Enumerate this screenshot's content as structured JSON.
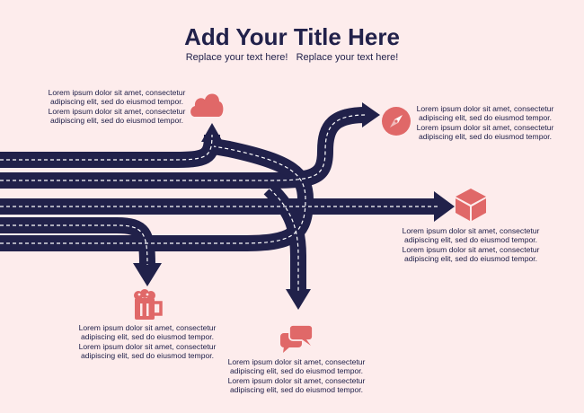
{
  "title": "Add Your Title Here",
  "subtitle": "Replace your text here!   Replace your text here!",
  "colors": {
    "background": "#fdecec",
    "road": "#21214a",
    "lane_marking": "#ffffff",
    "icon": "#e06868"
  },
  "destinations": [
    {
      "icon": "cloud-icon",
      "lines": [
        "Lorem ipsum dolor sit amet, consectetur",
        "adipiscing elit, sed do eiusmod tempor.",
        "Lorem ipsum dolor sit amet, consectetur",
        "adipiscing elit, sed do eiusmod tempor."
      ]
    },
    {
      "icon": "compass-icon",
      "lines": [
        "Lorem ipsum dolor sit amet, consectetur",
        "adipiscing elit, sed do eiusmod tempor.",
        "Lorem ipsum dolor sit amet, consectetur",
        "adipiscing elit, sed do eiusmod tempor."
      ]
    },
    {
      "icon": "cube-icon",
      "lines": [
        "Lorem ipsum dolor sit amet, consectetur",
        "adipiscing elit, sed do eiusmod tempor.",
        "Lorem ipsum dolor sit amet, consectetur",
        "adipiscing elit, sed do eiusmod tempor."
      ]
    },
    {
      "icon": "beer-mug-icon",
      "lines": [
        "Lorem ipsum dolor sit amet, consectetur",
        "adipiscing elit, sed do eiusmod tempor.",
        "Lorem ipsum dolor sit amet, consectetur",
        "adipiscing elit, sed do eiusmod tempor."
      ]
    },
    {
      "icon": "chat-bubbles-icon",
      "lines": [
        "Lorem ipsum dolor sit amet, consectetur",
        "adipiscing elit, sed do eiusmod tempor.",
        "Lorem ipsum dolor sit amet, consectetur",
        "adipiscing elit, sed do eiusmod tempor."
      ]
    }
  ]
}
